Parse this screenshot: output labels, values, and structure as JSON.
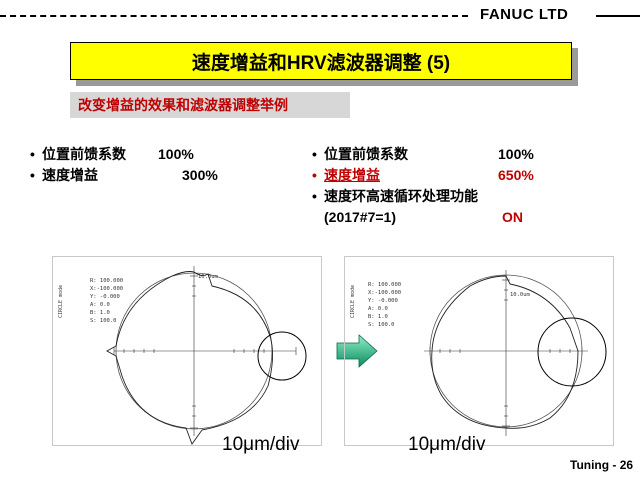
{
  "header": {
    "brand": "FANUC LTD"
  },
  "title": "速度增益和HRV滤波器调整 (5)",
  "subtitle": "改变增益的效果和滤波器调整举例",
  "left_list": [
    {
      "bullet": "•",
      "label": "位置前馈系数",
      "value": "100%"
    },
    {
      "bullet": "•",
      "label": "速度增益",
      "value": "300%"
    }
  ],
  "right_list": [
    {
      "bullet": "•",
      "label": "位置前馈系数",
      "value": "100%"
    },
    {
      "bullet": "•",
      "label": "速度增益",
      "value": "650%"
    },
    {
      "bullet": "•",
      "label": "速度环高速循环处理功能",
      "value": ""
    }
  ],
  "right_param": {
    "label": "(2017#7=1)",
    "value": "ON"
  },
  "plots": [
    {
      "mode_label": "CIRCLE mode",
      "scale_text": "10.0um",
      "params": [
        "R: 100.000",
        "X:-100.000",
        "Y: -0.000",
        "A:    0.0",
        "B:    1.0",
        "S:  100.0"
      ],
      "div_label": "10μm/div"
    },
    {
      "mode_label": "CIRCLE mode",
      "scale_text": "10.0um",
      "params": [
        "R: 100.000",
        "X:-100.000",
        "Y: -0.000",
        "A:    0.0",
        "B:    1.0",
        "S:  100.0"
      ],
      "div_label": "10μm/div"
    }
  ],
  "footer": "Tuning - 26",
  "colors": {
    "title_bg": "#ffff00",
    "accent_red": "#c00000",
    "arrow_green": "#1aa37a",
    "subtitle_bg": "#d7d7d7"
  }
}
